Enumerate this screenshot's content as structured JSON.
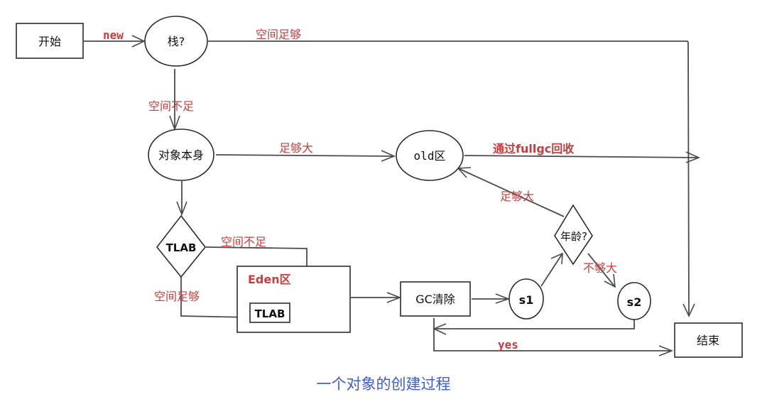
{
  "diagram": {
    "title": "一个对象的创建过程",
    "colors": {
      "node_stroke": "#2b2b2b",
      "edge_stroke": "#4a4a4a",
      "edge_label": "#cc3b3b",
      "caption": "#3f5bd1"
    },
    "nodes": {
      "start": {
        "label": "开始",
        "shape": "rect"
      },
      "stack": {
        "label": "栈?",
        "shape": "ellipse"
      },
      "object_itself": {
        "label": "对象本身",
        "shape": "ellipse"
      },
      "old_gen": {
        "label": "old区",
        "shape": "ellipse"
      },
      "tlab_decision": {
        "label": "TLAB",
        "shape": "diamond"
      },
      "eden": {
        "label": "Eden区",
        "shape": "rect-container"
      },
      "tlab_inner": {
        "label": "TLAB",
        "shape": "rect"
      },
      "gc_clear": {
        "label": "GC清除",
        "shape": "rect"
      },
      "s1": {
        "label": "s1",
        "shape": "ellipse"
      },
      "age_decision": {
        "label": "年龄?",
        "shape": "diamond"
      },
      "s2": {
        "label": "s2",
        "shape": "ellipse"
      },
      "end": {
        "label": "结束",
        "shape": "rect"
      }
    },
    "edges": {
      "start_to_stack": {
        "from": "start",
        "to": "stack",
        "label": "new"
      },
      "stack_to_end": {
        "from": "stack",
        "to": "end",
        "label": "空间足够"
      },
      "stack_to_object": {
        "from": "stack",
        "to": "object_itself",
        "label": "空间不足"
      },
      "object_to_old": {
        "from": "object_itself",
        "to": "old_gen",
        "label": "足够大"
      },
      "old_to_end": {
        "from": "old_gen",
        "to": "end",
        "label": "通过fullgc回收"
      },
      "object_to_tlab": {
        "from": "object_itself",
        "to": "tlab_decision",
        "label": ""
      },
      "tlab_to_eden": {
        "from": "tlab_decision",
        "to": "eden",
        "label": "空间不足"
      },
      "tlab_to_inner": {
        "from": "tlab_decision",
        "to": "tlab_inner",
        "label": "空间足够"
      },
      "eden_to_gc": {
        "from": "eden",
        "to": "gc_clear",
        "label": ""
      },
      "gc_to_s1": {
        "from": "gc_clear",
        "to": "s1",
        "label": ""
      },
      "s1_to_age": {
        "from": "s1",
        "to": "age_decision",
        "label": ""
      },
      "age_to_old": {
        "from": "age_decision",
        "to": "old_gen",
        "label": "足够大"
      },
      "age_to_s2": {
        "from": "age_decision",
        "to": "s2",
        "label": "不够大"
      },
      "s2_to_gc": {
        "from": "s2",
        "to": "gc_clear",
        "label": ""
      },
      "gc_to_end": {
        "from": "gc_clear",
        "to": "end",
        "label": "yes"
      }
    }
  }
}
